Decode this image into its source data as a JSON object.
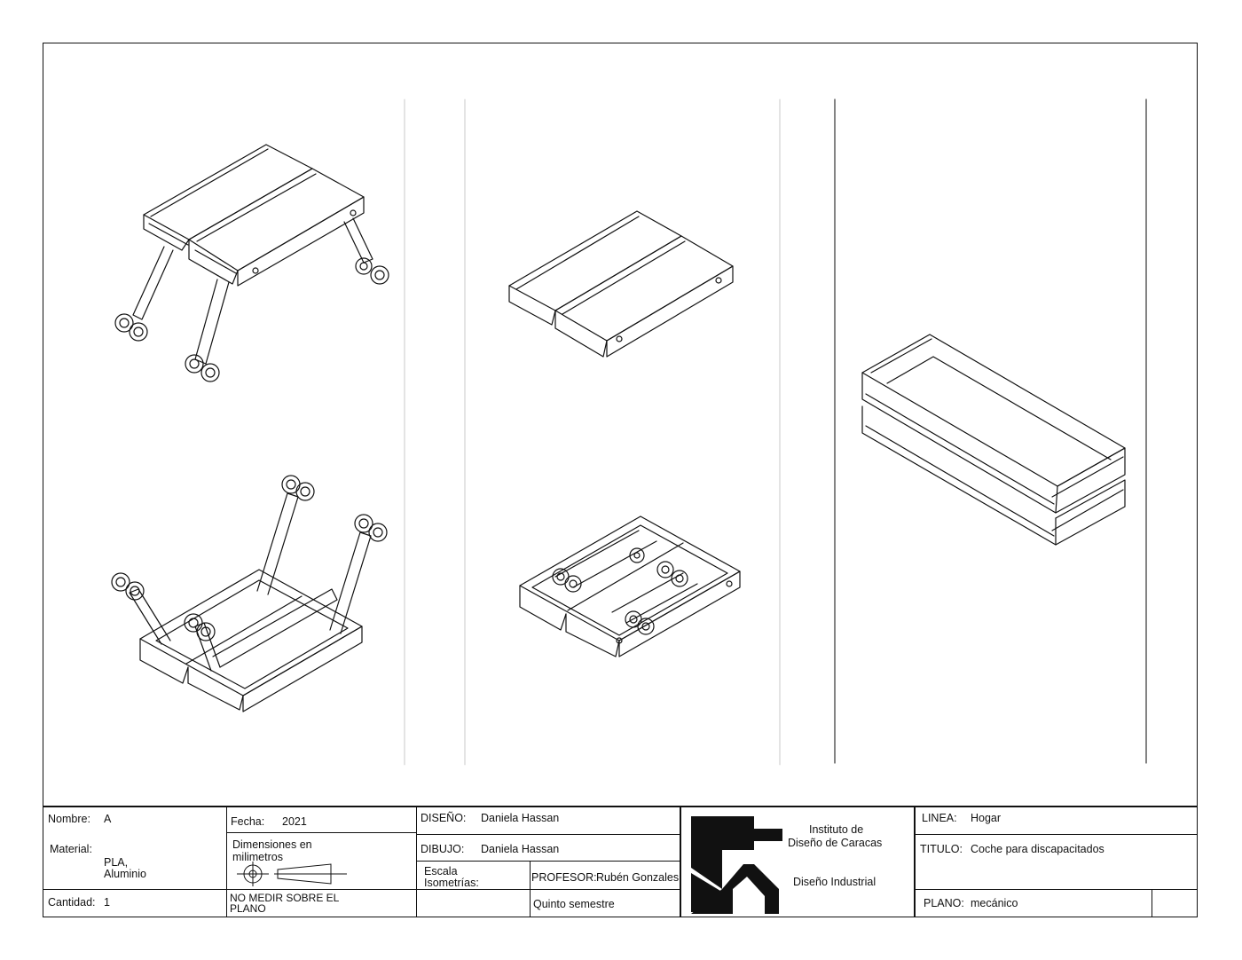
{
  "titleblock": {
    "nombre_label": "Nombre:",
    "nombre_value": "A",
    "material_label": "Material:",
    "material_line1": "PLA,",
    "material_line2": "Aluminio",
    "cantidad_label": "Cantidad:",
    "cantidad_value": "1",
    "fecha_label": "Fecha:",
    "fecha_value": "2021",
    "dimensiones_line1": "Dimensiones en",
    "dimensiones_line2": "milimetros",
    "no_medir_line1": "NO MEDIR SOBRE EL",
    "no_medir_line2": "PLANO",
    "diseno_label": "DISEÑO:",
    "diseno_value": "Daniela Hassan",
    "dibujo_label": "DIBUJO:",
    "dibujo_value": "Daniela Hassan",
    "escala_line1": "Escala",
    "escala_line2": "Isometrías:",
    "profesor_label": "PROFESOR:",
    "profesor_value": "Rubén Gonzales",
    "semestre": "Quinto semestre",
    "institute_line1": "Instituto de",
    "institute_line2": "Diseño de Caracas",
    "department": "Diseño Industrial",
    "linea_label": "LINEA:",
    "linea_value": "Hogar",
    "titulo_label": "TITULO:",
    "titulo_value": "Coche para discapacitados",
    "plano_label": "PLANO:",
    "plano_value": "mecánico"
  },
  "colors": {
    "ink": "#111111",
    "paper": "#ffffff"
  },
  "icons": [
    "first-angle-projection-icon",
    "institute-logo"
  ]
}
